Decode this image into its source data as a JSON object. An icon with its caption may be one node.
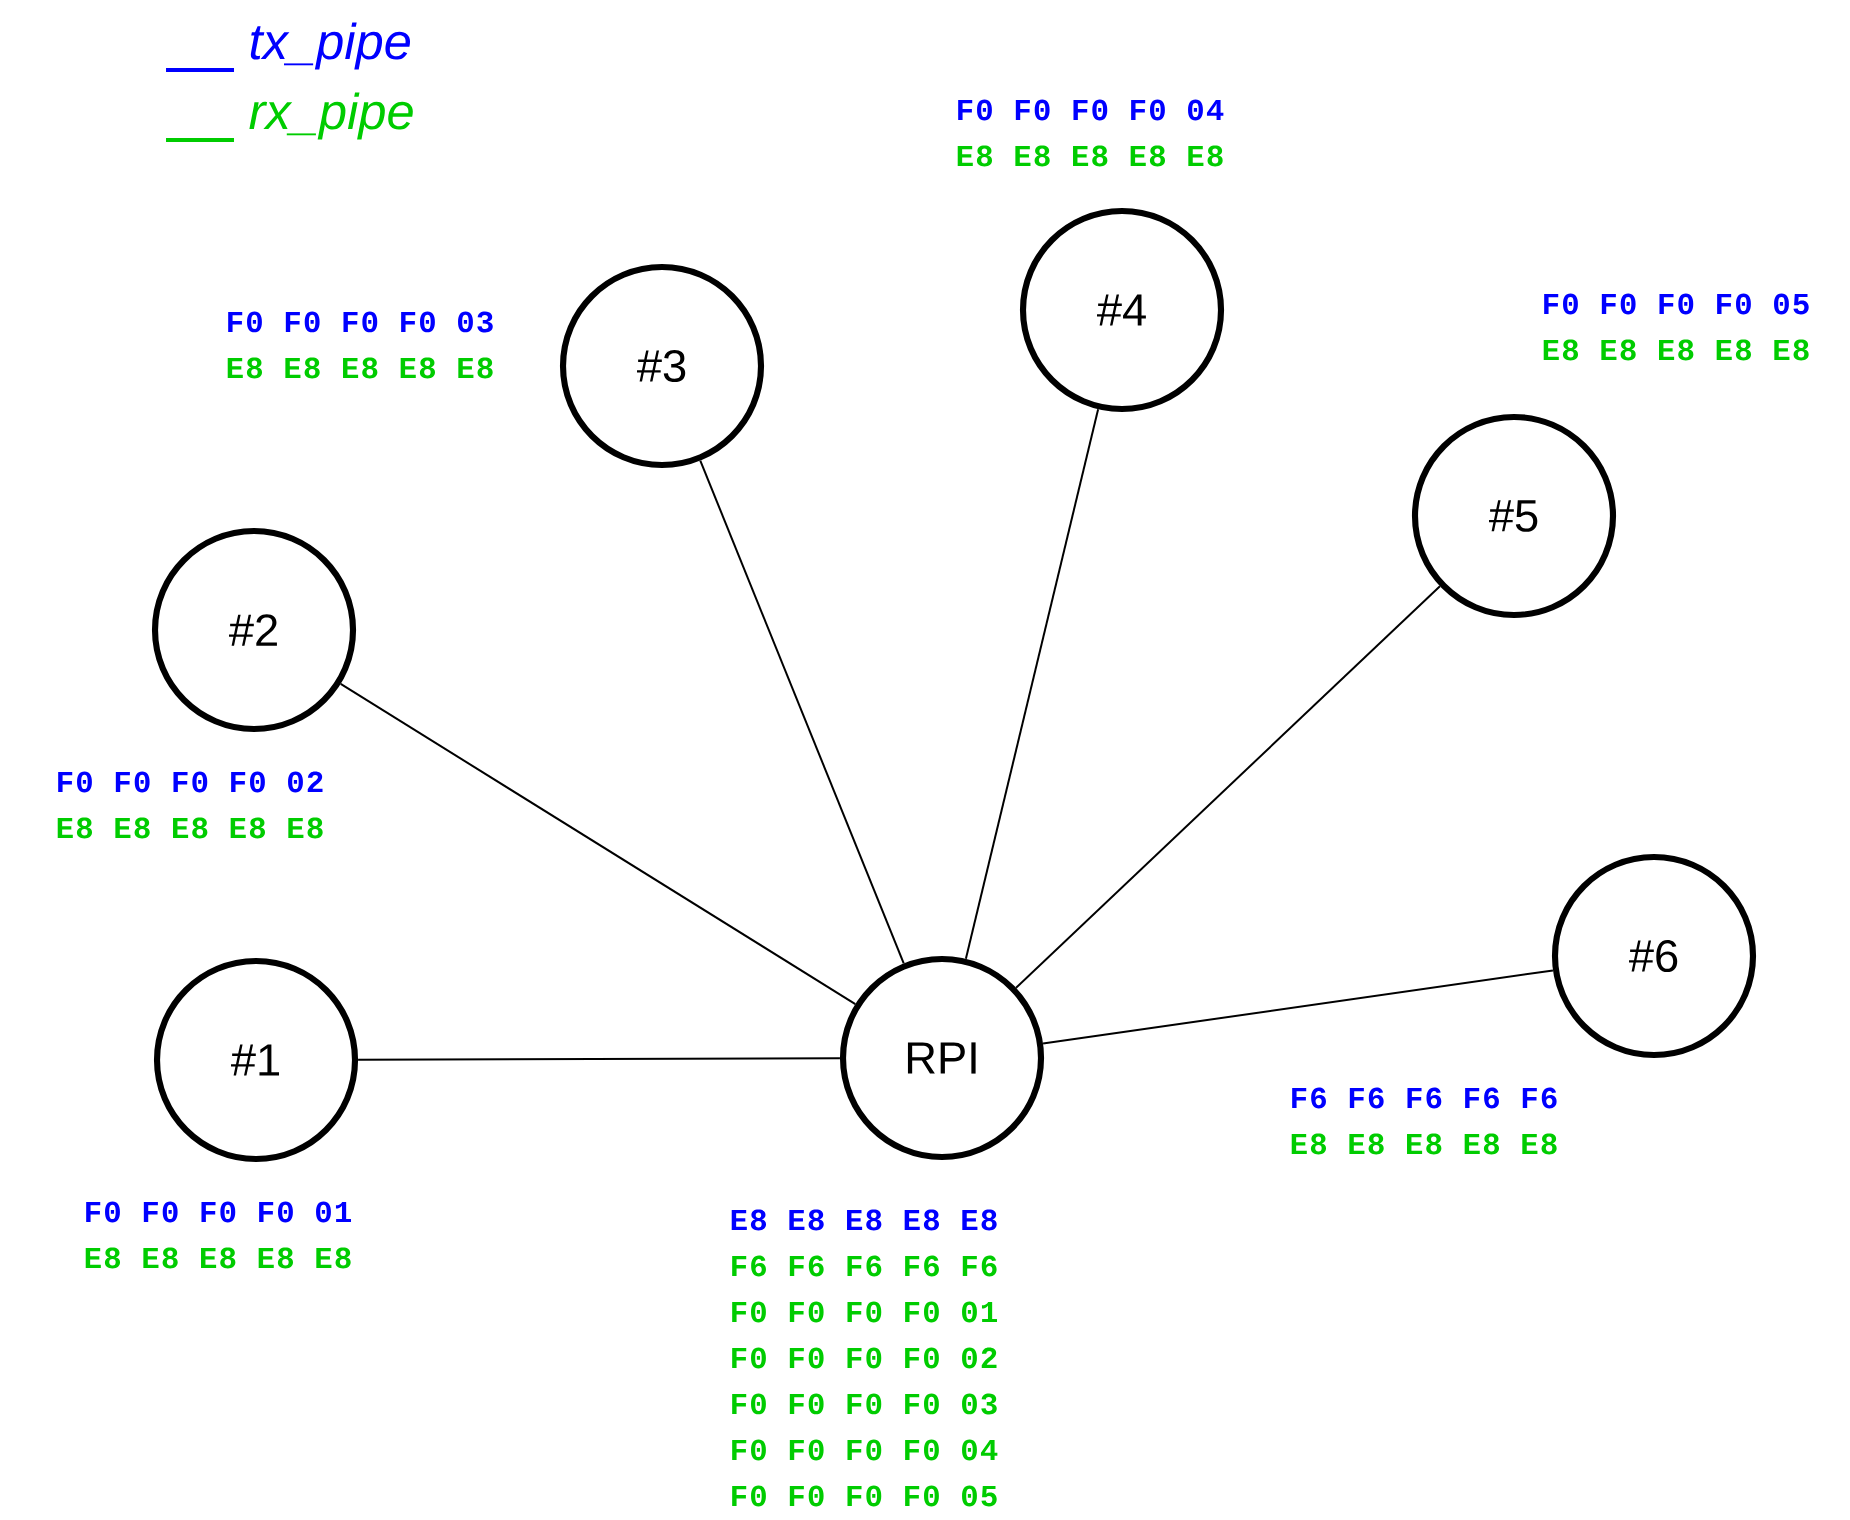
{
  "diagram": {
    "nodes": [
      {
        "text": [
          "#1"
        ],
        "beside": [
          "F0 F0 F0 F0 01",
          "E8 E8 E8 E8 E8"
        ]
      },
      {
        "text": [
          "#2"
        ],
        "beside": [
          "F0 F0 F0 F0 02",
          "E8 E8 E8 E8 E8"
        ]
      },
      {
        "text": [
          "#3"
        ],
        "beside": [
          "F0 F0 F0 F0 03",
          "E8 E8 E8 E8 E8"
        ]
      },
      {
        "text": [
          "#4"
        ],
        "beside": [
          "F0 F0 F0 F0 04",
          "E8 E8 E8 E8 E8"
        ]
      },
      {
        "text": [
          "#5"
        ],
        "beside": [
          "F0 F0 F0 F0 05",
          "E8 E8 E8 E8 E8"
        ]
      },
      {
        "text": [
          "#6"
        ],
        "beside": [
          "F6 F6 F6 F6 F6",
          "E8 E8 E8 E8 E8"
        ]
      },
      {
        "text": [
          "RPI"
        ],
        "beside": [
          "E8 E8 E8 E8 E8",
          "F6 F6 F6 F6 F6",
          "F0 F0 F0 F0 01",
          "F0 F0 F0 F0 02",
          "F0 F0 F0 F0 03",
          "F0 F0 F0 F0 04",
          "F0 F0 F0 F0 05"
        ]
      }
    ],
    "edges": [
      {
        "from": 6,
        "to": 0,
        "arrow": "none"
      },
      {
        "from": 6,
        "to": 1,
        "arrow": "none"
      },
      {
        "from": 6,
        "to": 2,
        "arrow": "none"
      },
      {
        "from": 6,
        "to": 3,
        "arrow": "none"
      },
      {
        "from": 6,
        "to": 4,
        "arrow": "none"
      },
      {
        "from": 6,
        "to": 5,
        "arrow": "none"
      }
    ],
    "legend": [
      {
        "text": "tx_pipe",
        "color": "#0000ff"
      },
      {
        "text": "rx_pipe",
        "color": "#00cc00"
      }
    ]
  }
}
